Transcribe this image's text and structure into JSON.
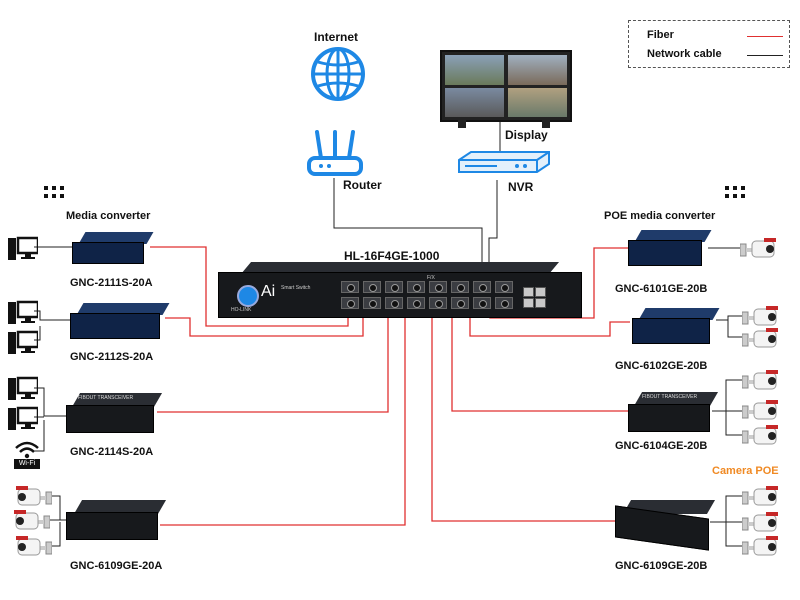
{
  "legend": {
    "fiber": "Fiber",
    "network_cable": "Network cable",
    "fiber_color": "#e03030",
    "cable_color": "#222222"
  },
  "top": {
    "internet": "Internet",
    "router": "Router",
    "display": "Display",
    "nvr": "NVR"
  },
  "switch": {
    "model": "HL-16F4GE-1000",
    "brand": "Ai",
    "sub": "Smart Switch",
    "logo_text": "HO-LINK",
    "fx_label": "F/X",
    "icon_color": "#1e88e5"
  },
  "left": {
    "header": "Media converter",
    "devices": [
      "GNC-2111S-20A",
      "GNC-2112S-20A",
      "GNC-2114S-20A",
      "GNC-6109GE-20A"
    ],
    "transceiver": "FIBOUT TRANSCEIVER",
    "wifi": "Wi-Fi"
  },
  "right": {
    "header": "POE media converter",
    "devices": [
      "GNC-6101GE-20B",
      "GNC-6102GE-20B",
      "GNC-6104GE-20B",
      "GNC-6109GE-20B"
    ],
    "camera_poe": "Camera POE",
    "transceiver": "FIBOUT TRANSCEIVER"
  },
  "icons": [
    "globe-icon",
    "router-icon",
    "monitor-icon",
    "nvr-icon",
    "computer-icon",
    "camera-icon",
    "wifi-icon",
    "dots-icon"
  ]
}
